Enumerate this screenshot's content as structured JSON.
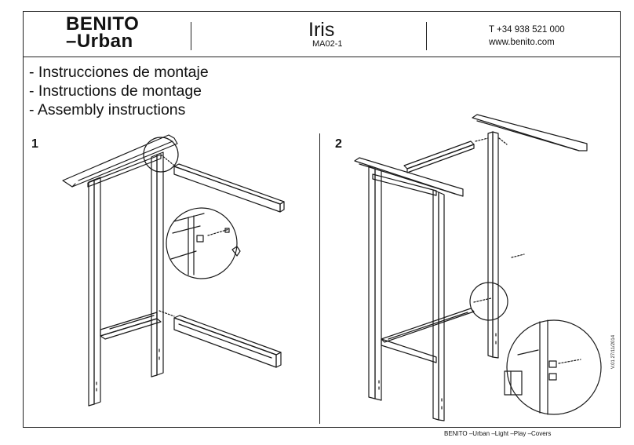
{
  "header": {
    "brand_line1": "BENITO",
    "brand_line2": "–Urban",
    "product_name": "Iris",
    "product_code": "MA02-1",
    "phone": "T +34 938 521 000",
    "website": "www.benito.com"
  },
  "titles": [
    "- Instrucciones de montaje",
    "- Instructions de montage",
    "- Assembly instructions"
  ],
  "steps": [
    {
      "number": "1"
    },
    {
      "number": "2"
    }
  ],
  "version": "V.01 27/11/2014",
  "footer": "BENITO –Urban –Light –Play –Covers"
}
